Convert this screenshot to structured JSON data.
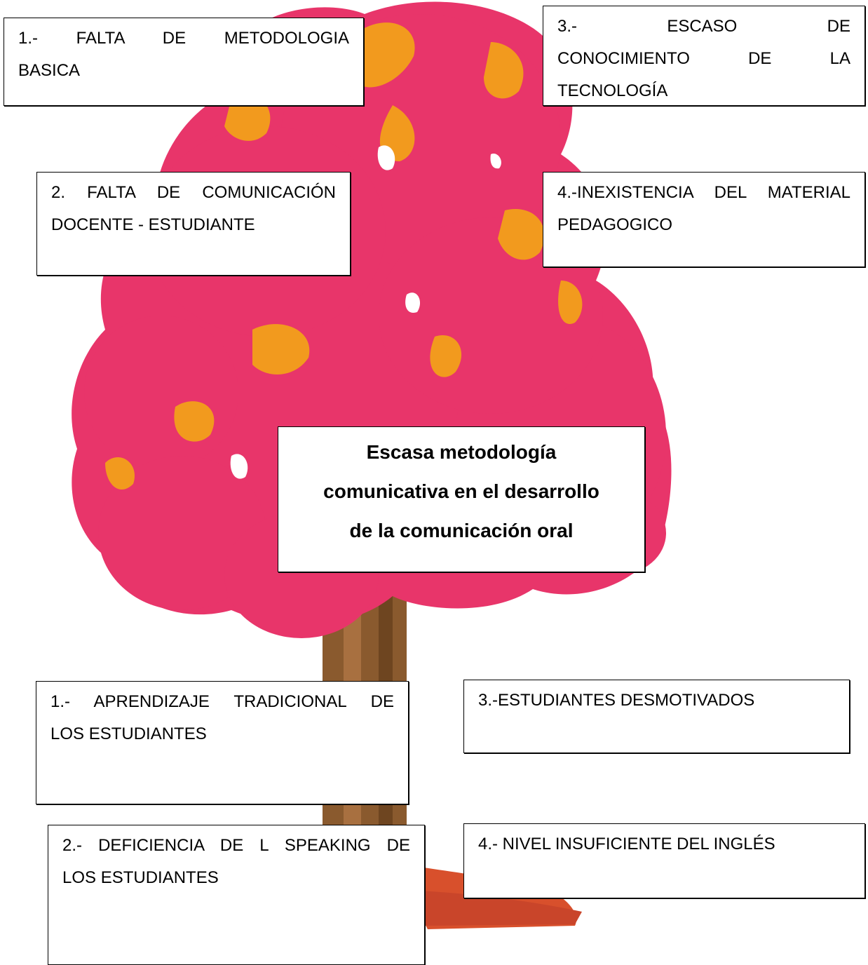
{
  "colors": {
    "foliage": "#e8356a",
    "blossom": "#f29a1e",
    "trunk": "#8a5a2e",
    "box_border": "#000000",
    "box_fill": "#ffffff"
  },
  "causes": [
    {
      "id": "c1",
      "line1": "1.- FALTA DE METODOLOGIA",
      "line2": "BASICA"
    },
    {
      "id": "c2",
      "line1": "2. FALTA DE COMUNICACIÓN",
      "line2": "DOCENTE - ESTUDIANTE"
    },
    {
      "id": "c3",
      "line1": "3.- ESCASO DE",
      "line2": "CONOCIMIENTO DE LA",
      "line3": "TECNOLOGÍA"
    },
    {
      "id": "c4",
      "line1": "4.-INEXISTENCIA DEL MATERIAL",
      "line2": "PEDAGOGICO"
    }
  ],
  "central_problem": {
    "line1": "Escasa metodología",
    "line2": "comunicativa en el desarrollo",
    "line3": "de la comunicación oral"
  },
  "effects": [
    {
      "id": "e1",
      "line1": "1.- APRENDIZAJE TRADICIONAL DE",
      "line2": "LOS ESTUDIANTES"
    },
    {
      "id": "e2",
      "line1": "2.- DEFICIENCIA DE L SPEAKING DE",
      "line2": "LOS ESTUDIANTES"
    },
    {
      "id": "e3",
      "line1": "3.-ESTUDIANTES DESMOTIVADOS"
    },
    {
      "id": "e4",
      "line1": "4.- NIVEL INSUFICIENTE DEL INGLÉS"
    }
  ]
}
